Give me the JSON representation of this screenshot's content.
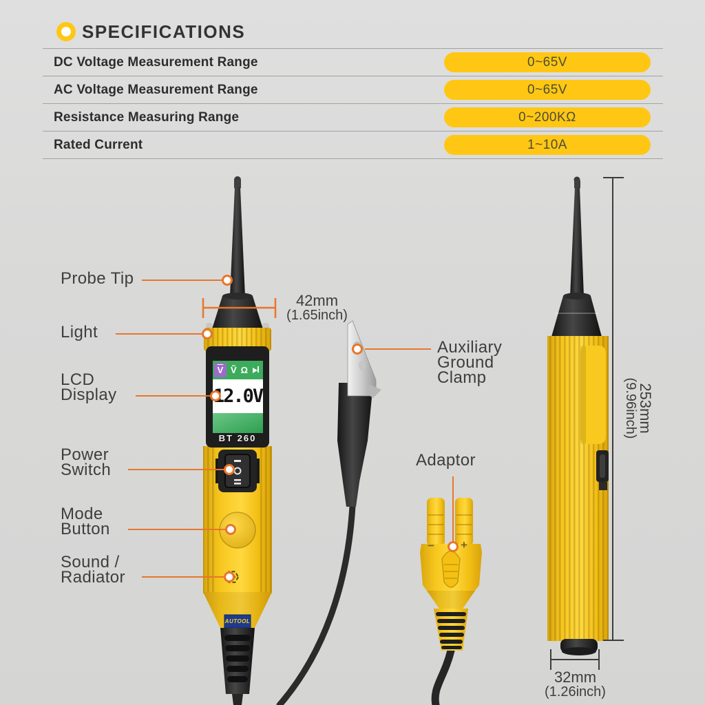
{
  "header": {
    "title": "SPECIFICATIONS"
  },
  "specs": {
    "accent_yellow": "#FFC713",
    "rows": [
      {
        "label": "DC Voltage Measurement Range",
        "value": "0~65V"
      },
      {
        "label": "AC Voltage Measurement Range",
        "value": "0~65V"
      },
      {
        "label": "Resistance Measuring Range",
        "value": "0~200KΩ"
      },
      {
        "label": "Rated Current",
        "value": "1~10A"
      }
    ]
  },
  "diagram": {
    "accent_orange": "#E8762B",
    "device_model": "BT 260",
    "brand": "AUTOOL",
    "lcd": {
      "reading": "12.0V",
      "icons": {
        "dc": "V",
        "ac": "Ṽ",
        "resistance": "Ω"
      }
    },
    "labels": {
      "probe_tip": {
        "l1": "Probe Tip"
      },
      "light": {
        "l1": "Light"
      },
      "lcd_display": {
        "l1": "LCD",
        "l2": "Display"
      },
      "power_switch": {
        "l1": "Power",
        "l2": "Switch"
      },
      "mode_button": {
        "l1": "Mode",
        "l2": "Button"
      },
      "sound_radiator": {
        "l1": "Sound /",
        "l2": "Radiator"
      },
      "aux_ground_clamp": {
        "l1": "Auxiliary",
        "l2": "Ground",
        "l3": "Clamp"
      },
      "adaptor": {
        "l1": "Adaptor"
      }
    },
    "dimensions": {
      "probe_width": {
        "value": "42mm",
        "inch": "(1.65inch)"
      },
      "device_height": {
        "value": "253mm",
        "inch": "(9.96inch)"
      },
      "device_width": {
        "value": "32mm",
        "inch": "(1.26inch)"
      }
    },
    "adaptor_marks": {
      "minus": "−",
      "plus": "+"
    }
  }
}
